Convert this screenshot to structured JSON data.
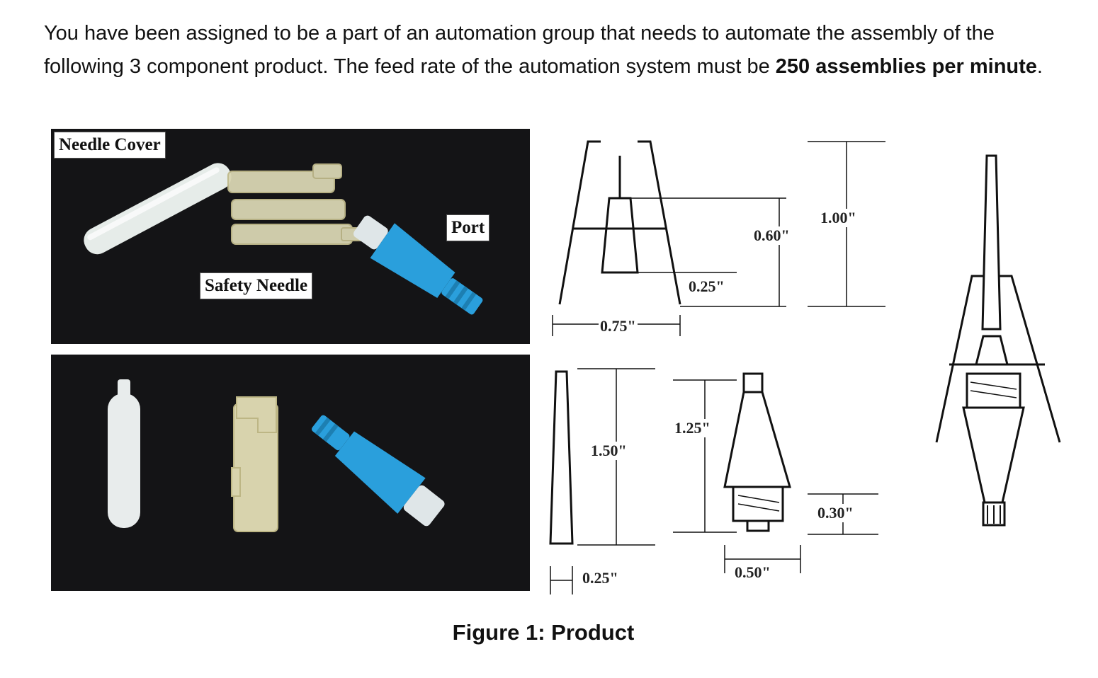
{
  "intro": {
    "text_before": "You have been assigned to be a part of an automation group that needs to automate the assembly of the following 3 component product.   The feed rate of the automation system must be ",
    "bold_rate": "250 assemblies per minute",
    "text_after": "."
  },
  "photo_labels": {
    "needle_cover": "Needle Cover",
    "port": "Port",
    "safety_needle": "Safety Needle"
  },
  "dimensions": {
    "top_width": "0.75\"",
    "inner_height": "0.25\"",
    "mid_height": "0.60\"",
    "overall_height": "1.00\"",
    "cover_height": "1.50\"",
    "cover_width": "0.25\"",
    "port_height": "1.25\"",
    "port_width": "0.50\"",
    "port_thread": "0.30\""
  },
  "caption": "Figure 1: Product",
  "colors": {
    "photo_background": "#141416",
    "port_blue": "#2a9fdc"
  }
}
